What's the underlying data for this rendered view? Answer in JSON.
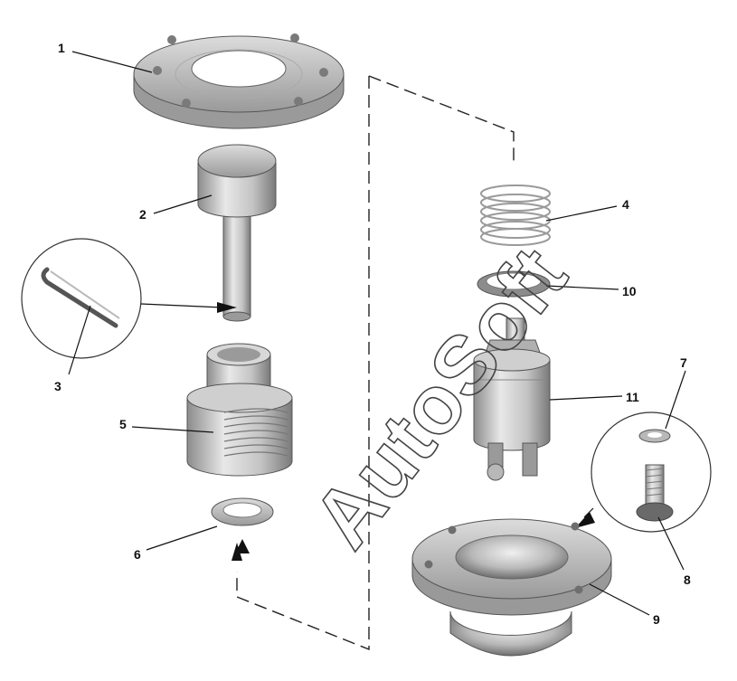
{
  "diagram": {
    "watermark": "AutoSoft",
    "callouts": {
      "c1": "1",
      "c2": "2",
      "c3": "3",
      "c4": "4",
      "c5": "5",
      "c6": "6",
      "c7": "7",
      "c8": "8",
      "c9": "9",
      "c10": "10",
      "c11": "11"
    },
    "colors": {
      "metal_light": "#e6e6e6",
      "metal_mid": "#bdbdbd",
      "metal_dark": "#8a8a8a",
      "line": "#111111"
    }
  }
}
